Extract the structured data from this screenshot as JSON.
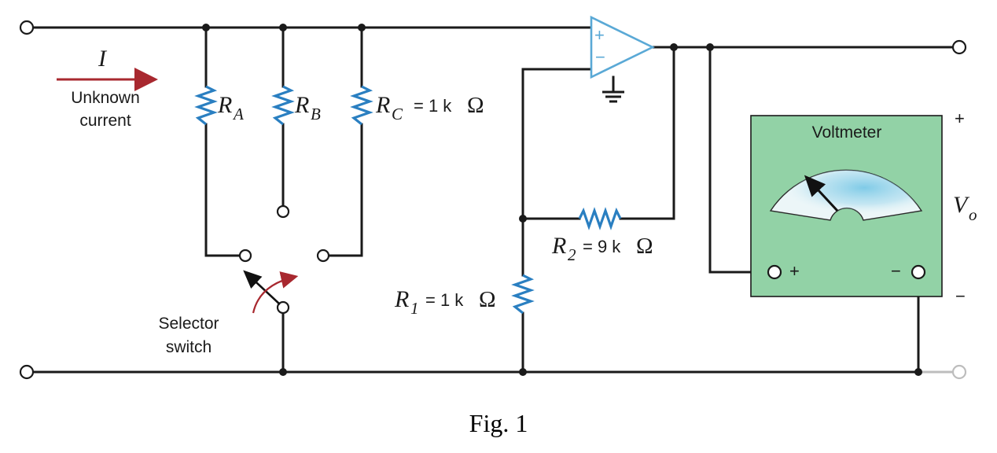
{
  "current_label": {
    "symbol": "I",
    "line1": "Unknown",
    "line2": "current"
  },
  "resistors": {
    "ra": {
      "symbol": "R",
      "sub": "A"
    },
    "rb": {
      "symbol": "R",
      "sub": "B"
    },
    "rc": {
      "symbol": "R",
      "sub": "C",
      "value": "= 1 k",
      "unit": "Ω"
    },
    "r1": {
      "symbol": "R",
      "sub": "1",
      "value": "= 1 k",
      "unit": "Ω"
    },
    "r2": {
      "symbol": "R",
      "sub": "2",
      "value": "= 9 k",
      "unit": "Ω"
    }
  },
  "opamp": {
    "plus": "+",
    "minus": "−"
  },
  "switch": {
    "line1": "Selector",
    "line2": "switch"
  },
  "voltmeter": {
    "title": "Voltmeter",
    "plus": "+",
    "minus": "−"
  },
  "output": {
    "symbol": "V",
    "sub": "o",
    "plus": "+",
    "minus": "−"
  },
  "caption": "Fig. 1",
  "colors": {
    "resistor": "#2a7fc1",
    "opamp": "#5aa9d6",
    "current_arrow": "#a8282f",
    "meter_body": "#92d2a6",
    "meter_face_tint": "#6cc3e4"
  }
}
